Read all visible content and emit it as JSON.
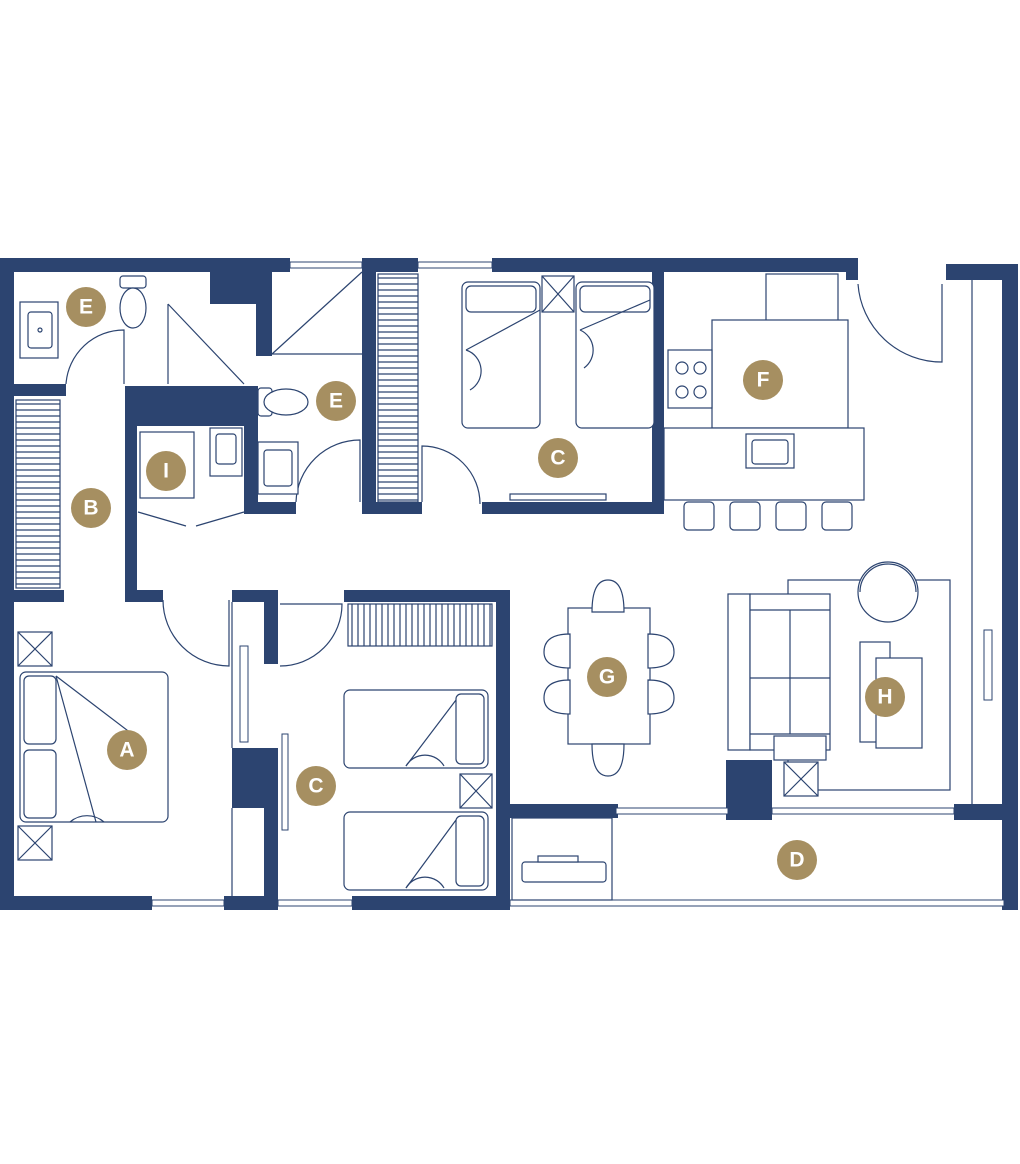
{
  "colors": {
    "wall": "#2c4470",
    "marker": "#a68f61",
    "background": "#ffffff"
  },
  "markers": {
    "a": "A",
    "b": "B",
    "c_top": "C",
    "c_bottom": "C",
    "d": "D",
    "e_left": "E",
    "e_mid": "E",
    "f": "F",
    "g": "G",
    "h": "H",
    "i": "I"
  }
}
